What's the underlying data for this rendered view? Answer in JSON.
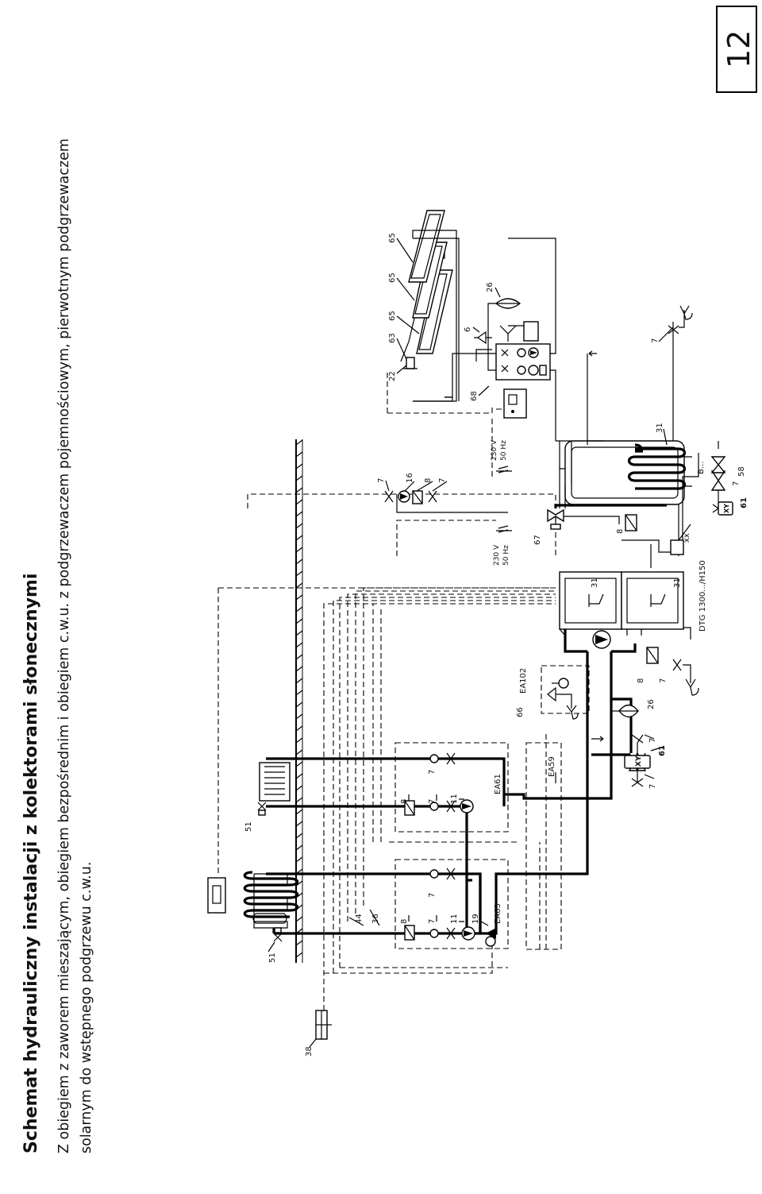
{
  "header": {
    "title": "Schemat hydrauliczny instalacji z kolektorami słonecznymi",
    "subtitle_line1": "Z obiegiem z zaworem mieszającym, obiegiem bezpośrednim i obiegiem c.w.u. z  podgrzewaczem pojemnościowym, pierwotnym podgrzewaczem",
    "subtitle_line2": "solarnym do wstępnego podgrzewu c.w.u."
  },
  "page_number": "12",
  "labels": {
    "l38": "38",
    "l51a": "51",
    "l51b": "51",
    "l44": "44",
    "l36": "36",
    "l8a": "8",
    "l7a": "7",
    "l7b": "7",
    "l11a": "11",
    "l19": "19",
    "lEA63": "EA63",
    "l8b": "8",
    "l7c": "7",
    "l7d": "7",
    "l11b": "11",
    "lEA61": "EA61",
    "lEA59": "EA59",
    "l7e": "7",
    "l7f": "7",
    "l61a": "61",
    "l26a": "26",
    "l66": "66",
    "lEA102": "EA102",
    "l8c": "8",
    "l7g": "7",
    "lDTG": "DTG 1300.../H150",
    "l31a": "31",
    "l31b": "31",
    "l230a": "230 V",
    "l50a": "50 Hz",
    "l67": "67",
    "l8d": "8",
    "lxx": "xx",
    "l7h": "7",
    "l16": "16",
    "l8e": "8",
    "l7i": "7",
    "l230b": "230 V",
    "l50b": "50 Hz",
    "l68": "68",
    "l31c": "31",
    "lB": "B...",
    "l61b": "61",
    "l7j": "7",
    "l58": "58",
    "l22": "22",
    "l63": "63",
    "l65a": "65",
    "l65b": "65",
    "l65c": "65",
    "l6": "6",
    "l26b": "26",
    "l7k": "7"
  },
  "icons": {
    "pump": "pump-icon",
    "valve": "valve-icon",
    "check_valve": "check-valve-icon",
    "expansion_vessel": "expansion-vessel-icon",
    "drain": "drain-funnel-icon",
    "solar_collector": "solar-collector-icon",
    "controller": "controller-icon",
    "thermostat": "thermostat-icon",
    "radiator": "radiator-icon"
  }
}
